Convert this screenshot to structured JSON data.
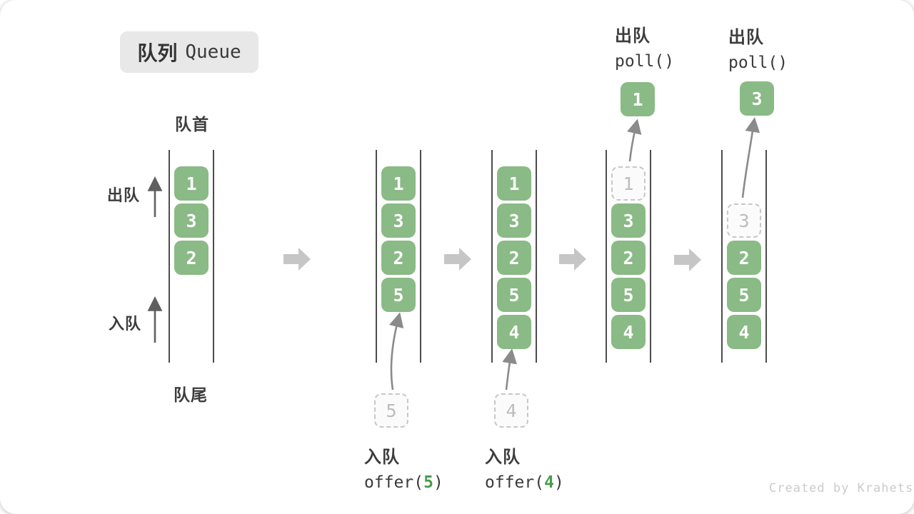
{
  "title": {
    "zh": "队列",
    "en": "Queue"
  },
  "labels": {
    "front": "队首",
    "rear": "队尾",
    "dequeue_side": "出队",
    "enqueue_side": "入队"
  },
  "operations": {
    "offer5": {
      "name": "入队",
      "code_pre": "offer(",
      "code_arg": "5",
      "code_post": ")"
    },
    "offer4": {
      "name": "入队",
      "code_pre": "offer(",
      "code_arg": "4",
      "code_post": ")"
    },
    "poll1": {
      "name": "出队",
      "code": "poll()"
    },
    "poll2": {
      "name": "出队",
      "code": "poll()"
    }
  },
  "queues": [
    {
      "cells": [
        {
          "slot": 0,
          "value": "1",
          "kind": "filled"
        },
        {
          "slot": 1,
          "value": "3",
          "kind": "filled"
        },
        {
          "slot": 2,
          "value": "2",
          "kind": "filled"
        }
      ]
    },
    {
      "cells": [
        {
          "slot": 0,
          "value": "1",
          "kind": "filled"
        },
        {
          "slot": 1,
          "value": "3",
          "kind": "filled"
        },
        {
          "slot": 2,
          "value": "2",
          "kind": "filled"
        },
        {
          "slot": 3,
          "value": "5",
          "kind": "filled"
        }
      ],
      "pending": "5"
    },
    {
      "cells": [
        {
          "slot": 0,
          "value": "1",
          "kind": "filled"
        },
        {
          "slot": 1,
          "value": "3",
          "kind": "filled"
        },
        {
          "slot": 2,
          "value": "2",
          "kind": "filled"
        },
        {
          "slot": 3,
          "value": "5",
          "kind": "filled"
        },
        {
          "slot": 4,
          "value": "4",
          "kind": "filled"
        }
      ],
      "pending": "4"
    },
    {
      "cells": [
        {
          "slot": 0,
          "value": "1",
          "kind": "dashed"
        },
        {
          "slot": 1,
          "value": "3",
          "kind": "filled"
        },
        {
          "slot": 2,
          "value": "2",
          "kind": "filled"
        },
        {
          "slot": 3,
          "value": "5",
          "kind": "filled"
        },
        {
          "slot": 4,
          "value": "4",
          "kind": "filled"
        }
      ],
      "popped": "1"
    },
    {
      "cells": [
        {
          "slot": 1,
          "value": "3",
          "kind": "dashed"
        },
        {
          "slot": 2,
          "value": "2",
          "kind": "filled"
        },
        {
          "slot": 3,
          "value": "5",
          "kind": "filled"
        },
        {
          "slot": 4,
          "value": "4",
          "kind": "filled"
        }
      ],
      "popped": "3"
    }
  ],
  "watermark": "Created by Krahets",
  "colors": {
    "cell_green": "#8aba85",
    "code_accent_green": "#4a9c4d",
    "flow_arrow_gray": "#c6c6c6",
    "curved_arrow_gray": "#8b8b8b",
    "wall_line_gray": "#4c4c4c",
    "ghost_border_gray": "#c7c7c7",
    "title_bg_gray": "#e8e8e8"
  }
}
